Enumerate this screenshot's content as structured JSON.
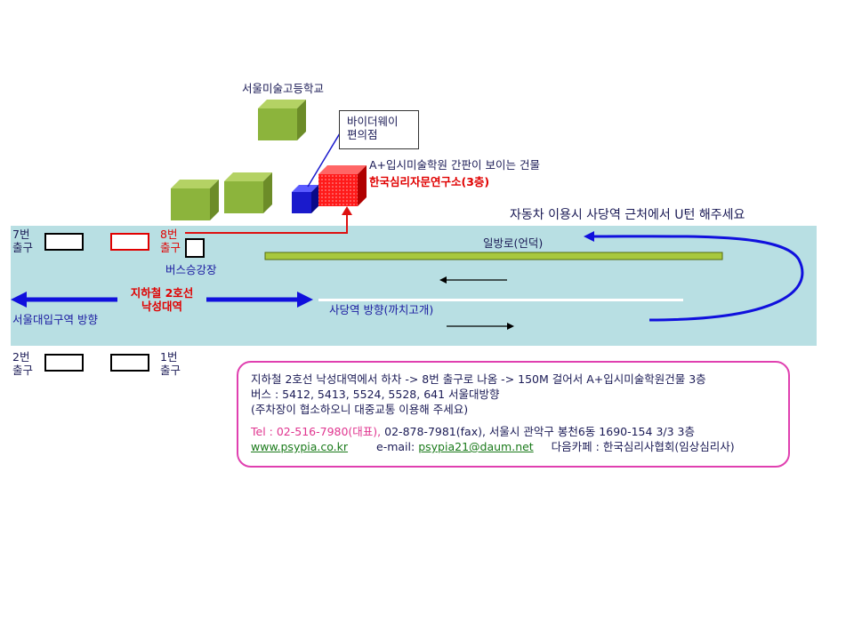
{
  "labels": {
    "art_school": "서울미술고등학교",
    "convenience_line1": "바이더웨이",
    "convenience_line2": "편의점",
    "building_sign": "A+입시미술학원 간판이 보이는 건물",
    "institute": "한국심리자문연구소(3층)",
    "uturn_note": "자동차 이용시 사당역 근처에서 U턴 해주세요",
    "oneway": "일방로(언덕)",
    "bus_stop": "버스승강장",
    "station_line1": "지하철 2호선",
    "station_line2": "낙성대역",
    "to_seoul_univ": "서울대입구역 방향",
    "to_sadang": "사당역 방향(까치고개)"
  },
  "exits": {
    "exit7": {
      "num": "7번",
      "word": "출구"
    },
    "exit8": {
      "num": "8번",
      "word": "출구"
    },
    "exit2": {
      "num": "2번",
      "word": "출구"
    },
    "exit1": {
      "num": "1번",
      "word": "출구"
    }
  },
  "info": {
    "line1": "지하철 2호선 낙성대역에서 하차  -> 8번 출구로 나옴 -> 150M 걸어서 A+입시미술학원건물 3층",
    "line2": "버스 : 5412, 5413, 5524, 5528, 641 서울대방향",
    "line3": "(주차장이 협소하오니 대중교통 이용해 주세요)",
    "tel": "Tel : 02-516-7980(대표),",
    "tel_rest": "02-878-7981(fax), 서울시 관악구 봉천6동 1690-154 3/3 3층",
    "website": "www.psypia.co.kr",
    "email_label": "e-mail:",
    "email": "psypia21@daum.net",
    "cafe": "다음카페 : 한국심리사협회(임상심리사)"
  },
  "colors": {
    "road": "#b8dfe3",
    "building_green": "#8cb43c",
    "building_red": "#ff1a1a",
    "building_blue": "#1a1acc",
    "arrow_blue": "#1010dd",
    "route_red": "#dd1010",
    "info_border": "#e040b0"
  }
}
